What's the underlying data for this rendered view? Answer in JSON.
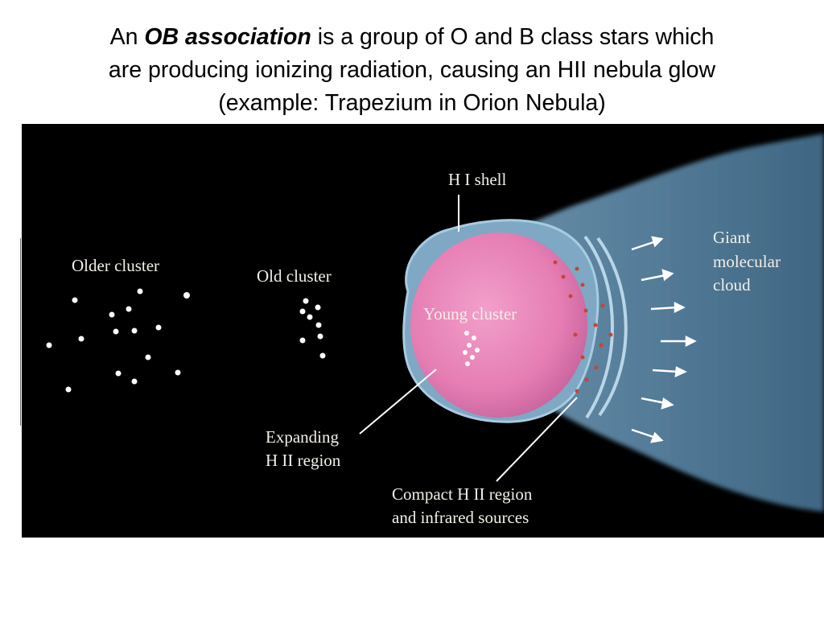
{
  "title": {
    "prefix": "An ",
    "emphasis": "OB association",
    "line1_rest": " is a group of  O and B class stars which",
    "line2": "are producing ionizing radiation, causing an HII nebula glow",
    "line3": "(example: Trapezium in Orion Nebula)"
  },
  "diagram": {
    "labels": {
      "older_cluster": "Older cluster",
      "old_cluster": "Old cluster",
      "young_cluster": "Young cluster",
      "hi_shell": "H I shell",
      "giant_cloud_1": "Giant",
      "giant_cloud_2": "molecular",
      "giant_cloud_3": "cloud",
      "expanding_1": "Expanding",
      "expanding_2": "H II region",
      "compact_1": "Compact H II region",
      "compact_2": "and infrared sources"
    },
    "colors": {
      "background": "#000000",
      "molecular_cloud": "#5f87a3",
      "hii_region": "#e77fb5",
      "hi_shell": "#9cc3dc",
      "stars": "#ffffff",
      "compact_sources": "#c8452f",
      "label_text": "#f2efe8"
    }
  }
}
